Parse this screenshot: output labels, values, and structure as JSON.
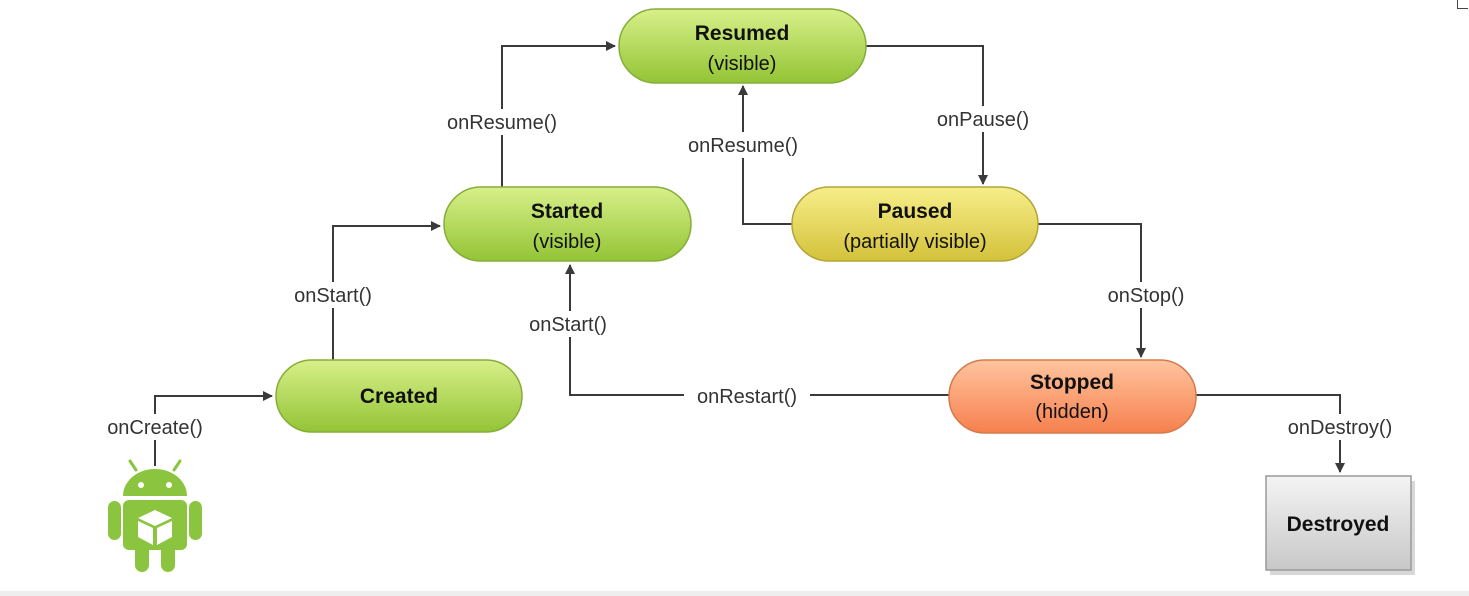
{
  "states": {
    "resumed": {
      "title": "Resumed",
      "subtitle": "(visible)"
    },
    "started": {
      "title": "Started",
      "subtitle": "(visible)"
    },
    "paused": {
      "title": "Paused",
      "subtitle": "(partially visible)"
    },
    "created": {
      "title": "Created"
    },
    "stopped": {
      "title": "Stopped",
      "subtitle": "(hidden)"
    },
    "destroyed": {
      "title": "Destroyed"
    }
  },
  "transitions": {
    "on_create": "onCreate()",
    "on_start_created": "onStart()",
    "on_resume_started": "onResume()",
    "on_pause": "onPause()",
    "on_resume_paused": "onResume()",
    "on_stop": "onStop()",
    "on_restart": "onRestart()",
    "on_start_restart": "onStart()",
    "on_destroy": "onDestroy()"
  },
  "colors": {
    "active_state": "#a5d43e",
    "paused_state": "#e0d44a",
    "stopped_state": "#f99060",
    "destroyed_state": "#d6d6d6",
    "android_green": "#8bc53f"
  },
  "icons": [
    "android-robot-icon"
  ]
}
